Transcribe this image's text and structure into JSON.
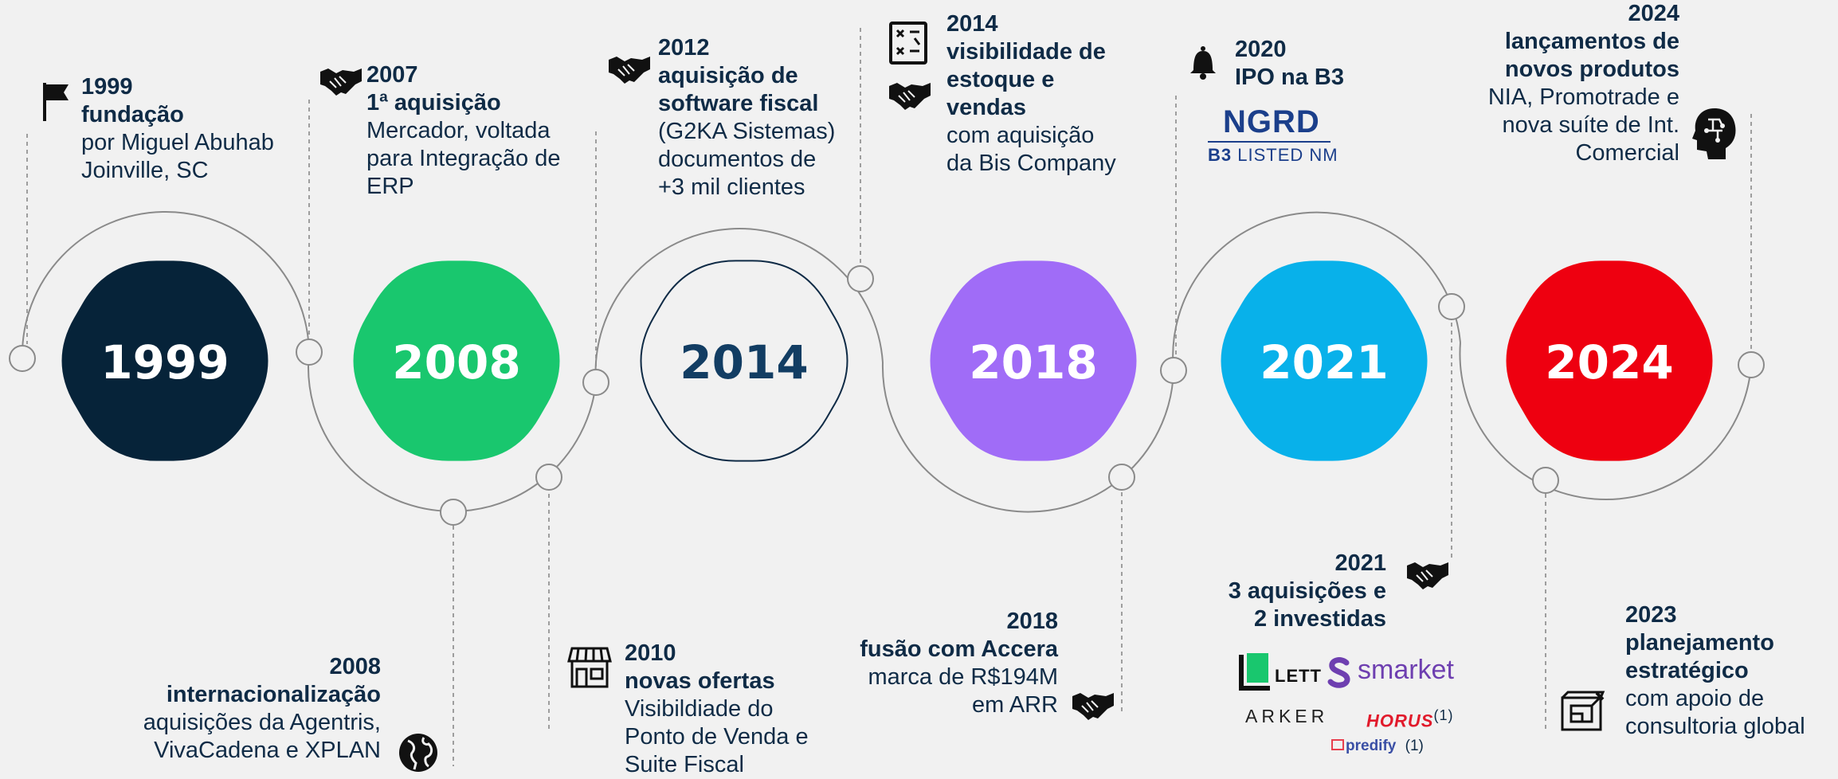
{
  "nodes": [
    {
      "label": "1999",
      "fill": "#062339",
      "text_color": "#ffffff"
    },
    {
      "label": "2008",
      "fill": "#19c76e",
      "text_color": "#ffffff"
    },
    {
      "label": "2014",
      "fill": "#f1f1f1",
      "text_color": "#123d63",
      "outline": "#0f2b46"
    },
    {
      "label": "2018",
      "fill": "#a06cf7",
      "text_color": "#ffffff"
    },
    {
      "label": "2021",
      "fill": "#08b1ea",
      "text_color": "#ffffff"
    },
    {
      "label": "2024",
      "fill": "#ee0010",
      "text_color": "#ffffff"
    }
  ],
  "events": {
    "e1999": {
      "year": "1999",
      "title": "fundação",
      "desc": [
        "por Miguel Abuhab",
        "Joinville, SC"
      ],
      "icon": "flag-icon"
    },
    "e2007": {
      "year": "2007",
      "title": "1ª aquisição",
      "desc": [
        "Mercador, voltada",
        "para Integração de",
        "ERP"
      ],
      "icon": "handshake-icon"
    },
    "e2012": {
      "year": "2012",
      "title": [
        "aquisição de",
        "software fiscal"
      ],
      "desc": [
        "(G2KA Sistemas)",
        "documentos de",
        "+3 mil clientes"
      ],
      "icon": "handshake-icon"
    },
    "e2014": {
      "year": "2014",
      "title": [
        "visibilidade de",
        "estoque e",
        "vendas"
      ],
      "desc": [
        "com aquisição",
        "da Bis Company"
      ],
      "icon": "checklist-icon"
    },
    "e2020": {
      "year": "2020",
      "title": "IPO na B3",
      "icon": "bell-icon"
    },
    "e2024": {
      "year": "2024",
      "title": [
        "lançamentos de",
        "novos produtos"
      ],
      "desc": [
        "NIA, Promotrade e",
        "nova suíte de Int.",
        "Comercial"
      ],
      "icon": "ai-head-icon"
    },
    "e2008": {
      "year": "2008",
      "title": "internacionalização",
      "desc": [
        "aquisições da Agentris,",
        "VivaCadena e XPLAN"
      ],
      "icon": "globe-icon"
    },
    "e2010": {
      "year": "2010",
      "title": "novas ofertas",
      "desc": [
        "Visibildiade do",
        "Ponto de Venda e",
        "Suite Fiscal"
      ],
      "icon": "store-icon"
    },
    "e2018": {
      "year": "2018",
      "title": "fusão com Accera",
      "desc": [
        "marca de R$194M",
        "em ARR"
      ],
      "icon": "handshake-icon"
    },
    "e2021": {
      "year": "2021",
      "title": [
        "3 aquisições e",
        "2 investidas"
      ],
      "icon": "handshake-icon"
    },
    "e2023": {
      "year": "2023",
      "title": [
        "planejamento",
        "estratégico"
      ],
      "desc": [
        "com apoio de",
        "consultoria global"
      ],
      "icon": "blueprint-icon"
    }
  },
  "ipo_logo": {
    "ticker": "NGRD",
    "b3_bold": "B3",
    "b3_rest": " LISTED NM"
  },
  "acquired_logos": {
    "lett": "LETT",
    "smarket": "smarket",
    "arker": "ARKER",
    "horus": "HORUS",
    "horus_note": "(1)",
    "predify": "predify",
    "predify_note": "(1)"
  },
  "colors": {
    "navy": "#0f2b46",
    "line": "#8a8a8a",
    "background": "#f1f1f1"
  }
}
